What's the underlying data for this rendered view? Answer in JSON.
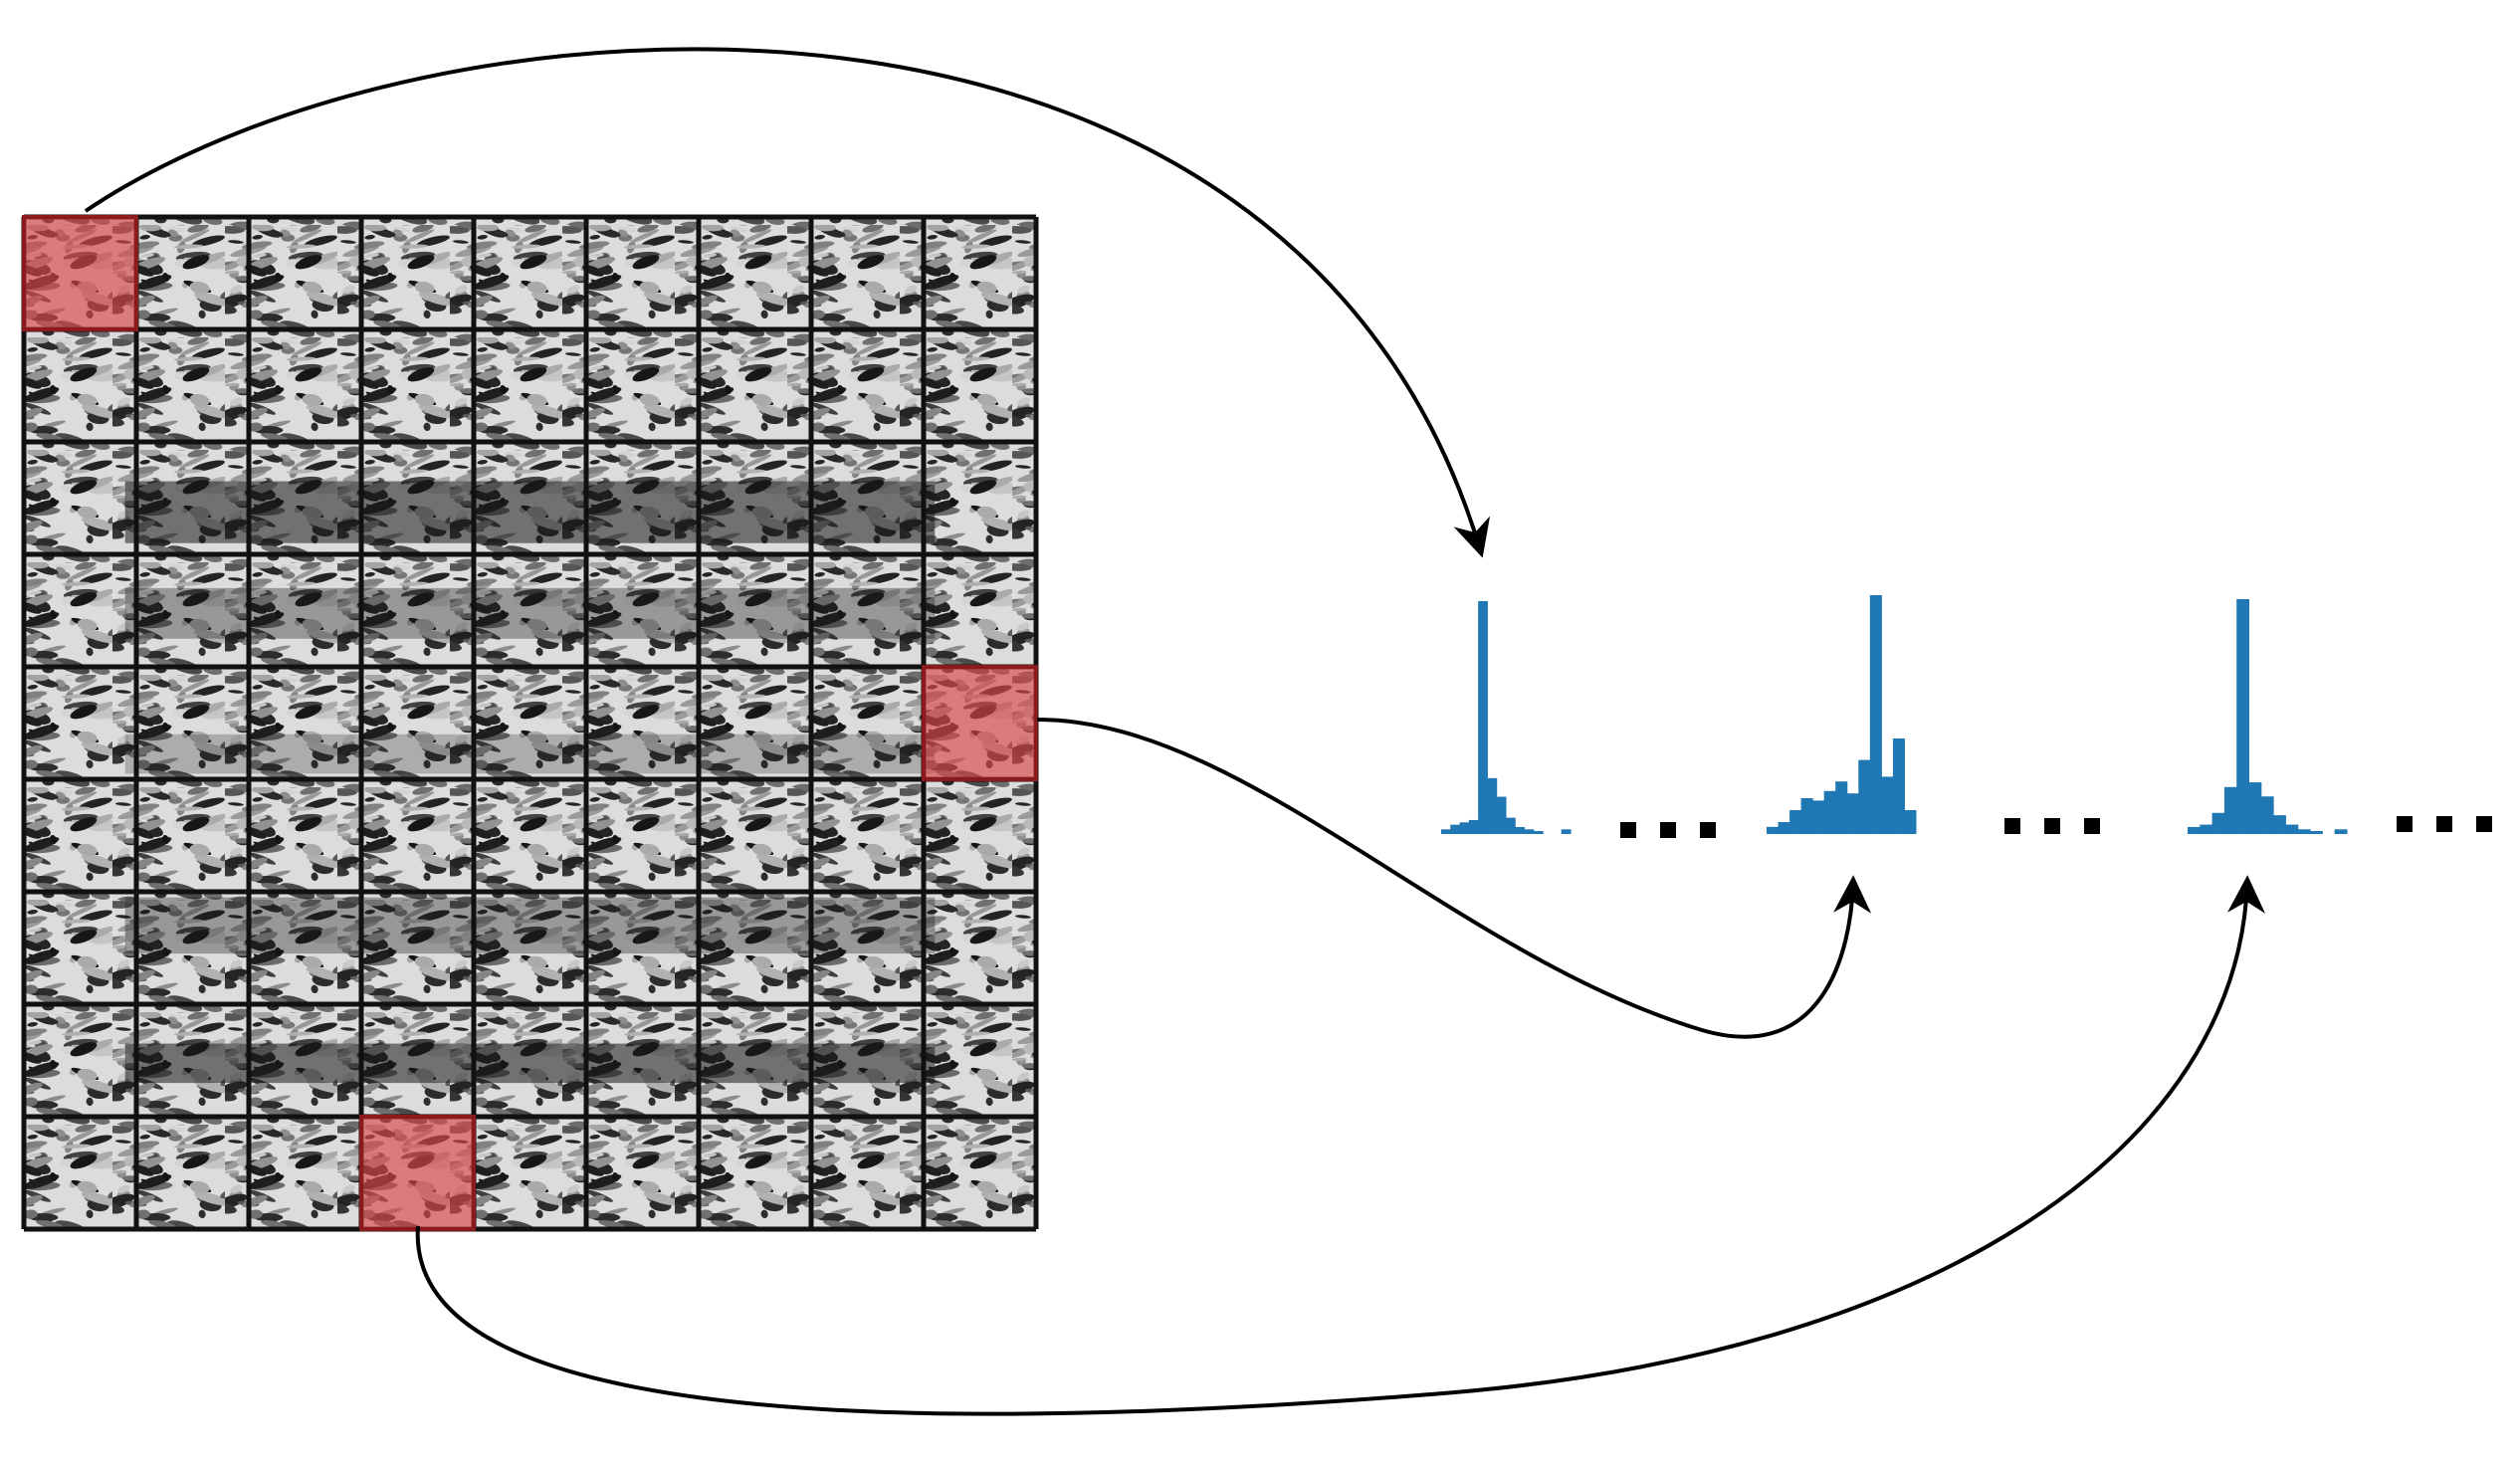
{
  "colors": {
    "background": "#ffffff",
    "grid_line": "#111111",
    "highlight_fill": "#d9484a",
    "highlight_stroke": "#8b1a1c",
    "histogram_bar": "#1f77b4",
    "arrow": "#000000",
    "ellipsis": "#000000"
  },
  "grid": {
    "rows": 9,
    "cols": 9,
    "texture": "grayscale-face-image-patches",
    "highlighted_cells": [
      {
        "row": 0,
        "col": 0
      },
      {
        "row": 4,
        "col": 8
      },
      {
        "row": 8,
        "col": 3
      }
    ]
  },
  "histograms": [
    {
      "name": "histogram-first",
      "values": [
        0.02,
        0.04,
        0.05,
        0.06,
        1.0,
        0.24,
        0.16,
        0.07,
        0.03,
        0.02,
        0.01,
        0.0,
        0.0,
        0.02
      ]
    },
    {
      "name": "histogram-middle",
      "values": [
        0.03,
        0.05,
        0.1,
        0.15,
        0.14,
        0.18,
        0.22,
        0.17,
        0.31,
        1.0,
        0.24,
        0.4,
        0.1
      ]
    },
    {
      "name": "histogram-last",
      "values": [
        0.03,
        0.04,
        0.09,
        0.2,
        1.0,
        0.22,
        0.16,
        0.08,
        0.04,
        0.02,
        0.01,
        0.0,
        0.02
      ]
    }
  ],
  "ellipses": [
    {
      "name": "ellipsis-1",
      "dots": 3
    },
    {
      "name": "ellipsis-2",
      "dots": 3
    },
    {
      "name": "ellipsis-3",
      "dots": 3
    }
  ],
  "arrows": [
    {
      "name": "arrow-cell-0-0-to-histogram-first",
      "from_cell": {
        "row": 0,
        "col": 0
      },
      "to_histogram": 0
    },
    {
      "name": "arrow-cell-4-8-to-histogram-middle",
      "from_cell": {
        "row": 4,
        "col": 8
      },
      "to_histogram": 1
    },
    {
      "name": "arrow-cell-8-3-to-histogram-last",
      "from_cell": {
        "row": 8,
        "col": 3
      },
      "to_histogram": 2
    }
  ]
}
